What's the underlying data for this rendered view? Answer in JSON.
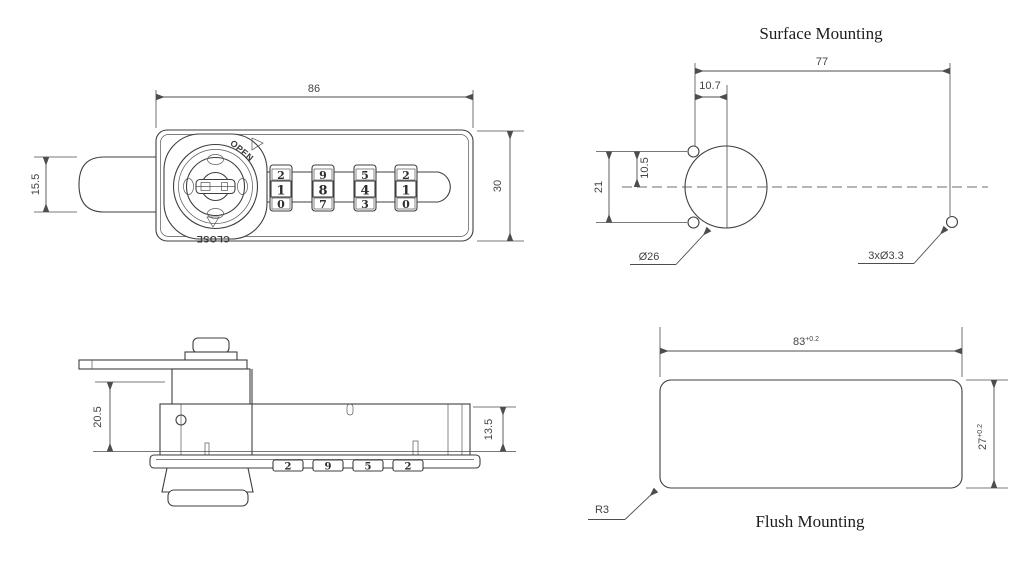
{
  "drawing": {
    "front_view": {
      "dim_width": "86",
      "dim_latch_height": "15.5",
      "dim_body_height": "30",
      "dial_open_label": "OPEN",
      "dial_close_label": "CLOSE",
      "wheels": [
        [
          "2",
          "1",
          "0"
        ],
        [
          "9",
          "8",
          "7"
        ],
        [
          "5",
          "4",
          "3"
        ],
        [
          "2",
          "1",
          "0"
        ]
      ]
    },
    "surface_mounting": {
      "title": "Surface Mounting",
      "dim_span": "77",
      "dim_offset_x": "10.7",
      "dim_offset_y": "10.5",
      "dim_hole_pitch": "21",
      "label_cam_hole": "Ø26",
      "label_screw_holes": "3xØ3.3"
    },
    "side_view": {
      "dim_body_depth": "20.5",
      "dim_base_depth": "13.5",
      "wheel_digits": [
        "2",
        "9",
        "5",
        "2"
      ]
    },
    "flush_mounting": {
      "title": "Flush Mounting",
      "dim_width": "83",
      "dim_width_tol": "+0.2",
      "dim_height": "27",
      "dim_height_tol": "+0.2",
      "label_corner_radius": "R3"
    },
    "colors": {
      "line": "#3f3f3f",
      "dimension": "#4d4d4d",
      "centerline": "#6e6e6e"
    }
  }
}
